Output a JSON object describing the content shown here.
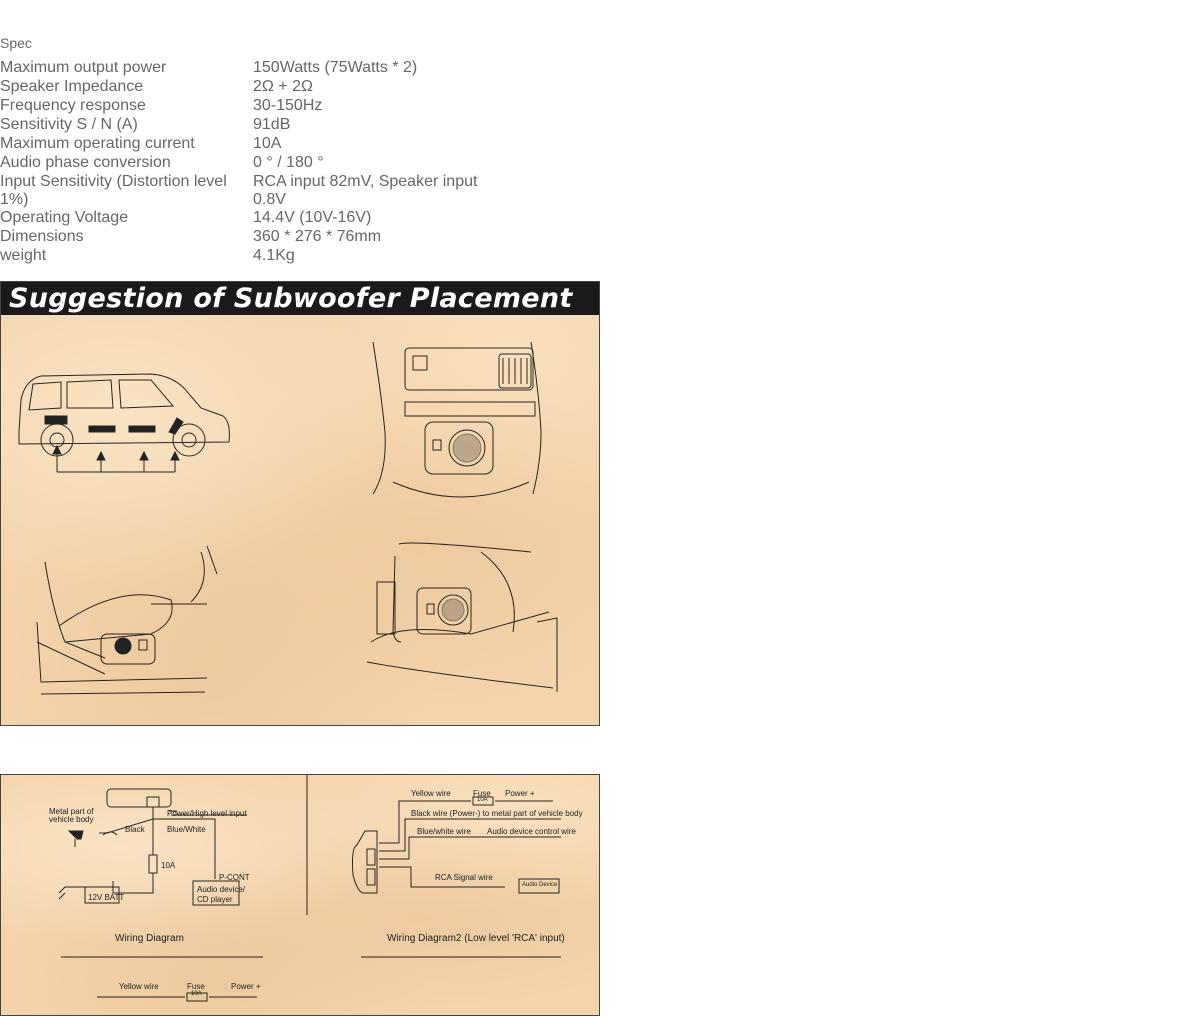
{
  "spec": {
    "heading": "Spec",
    "rows": [
      {
        "label": "Maximum output power",
        "value": "150Watts (75Watts * 2)"
      },
      {
        "label": "Speaker Impedance",
        "value": "2Ω + 2Ω"
      },
      {
        "label": "Frequency response",
        "value": "30-150Hz"
      },
      {
        "label": "Sensitivity S / N (A)",
        "value": "91dB"
      },
      {
        "label": "Maximum operating current",
        "value": "10A"
      },
      {
        "label": "Audio phase conversion",
        "value": "0 ° / 180 °"
      },
      {
        "label": "Input Sensitivity (Distortion level 1%)",
        "value": "RCA input 82mV, Speaker input 0.8V"
      },
      {
        "label": "Operating Voltage",
        "value": "14.4V (10V-16V)"
      },
      {
        "label": "Dimensions",
        "value": "360 * 276 * 76mm"
      },
      {
        "label": "weight",
        "value": "4.1Kg"
      }
    ]
  },
  "placement": {
    "title": "Suggestion of Subwoofer Placement"
  },
  "wiring": {
    "diagram1": {
      "title": "Wiring Diagram",
      "metal_part": "Metal part of",
      "metal_part2": "vehicle body",
      "power_input": "Power/High level input",
      "black": "Black",
      "blue_white": "Blue/White",
      "fuse": "10A",
      "p_cont": "P-CONT",
      "battery": "12V BATT",
      "audio_device": "Audio device/",
      "cd_player": "CD player"
    },
    "diagram2": {
      "title": "Wiring Diagram2 (Low level 'RCA' input)",
      "yellow_wire": "Yellow wire",
      "fuse": "Fuse",
      "fuse_value": "10A",
      "power_plus": "Power +",
      "black_wire": "Black wire (Power-) to metal part of vehicle body",
      "blue_white_wire": "Blue/white wire",
      "audio_control": "Audio device control wire",
      "rca_signal": "RCA Signal wire",
      "audio_device": "Audio Device"
    },
    "diagram3": {
      "yellow_wire": "Yellow wire",
      "fuse": "Fuse",
      "fuse_value": "10A",
      "power_plus": "Power +"
    }
  }
}
